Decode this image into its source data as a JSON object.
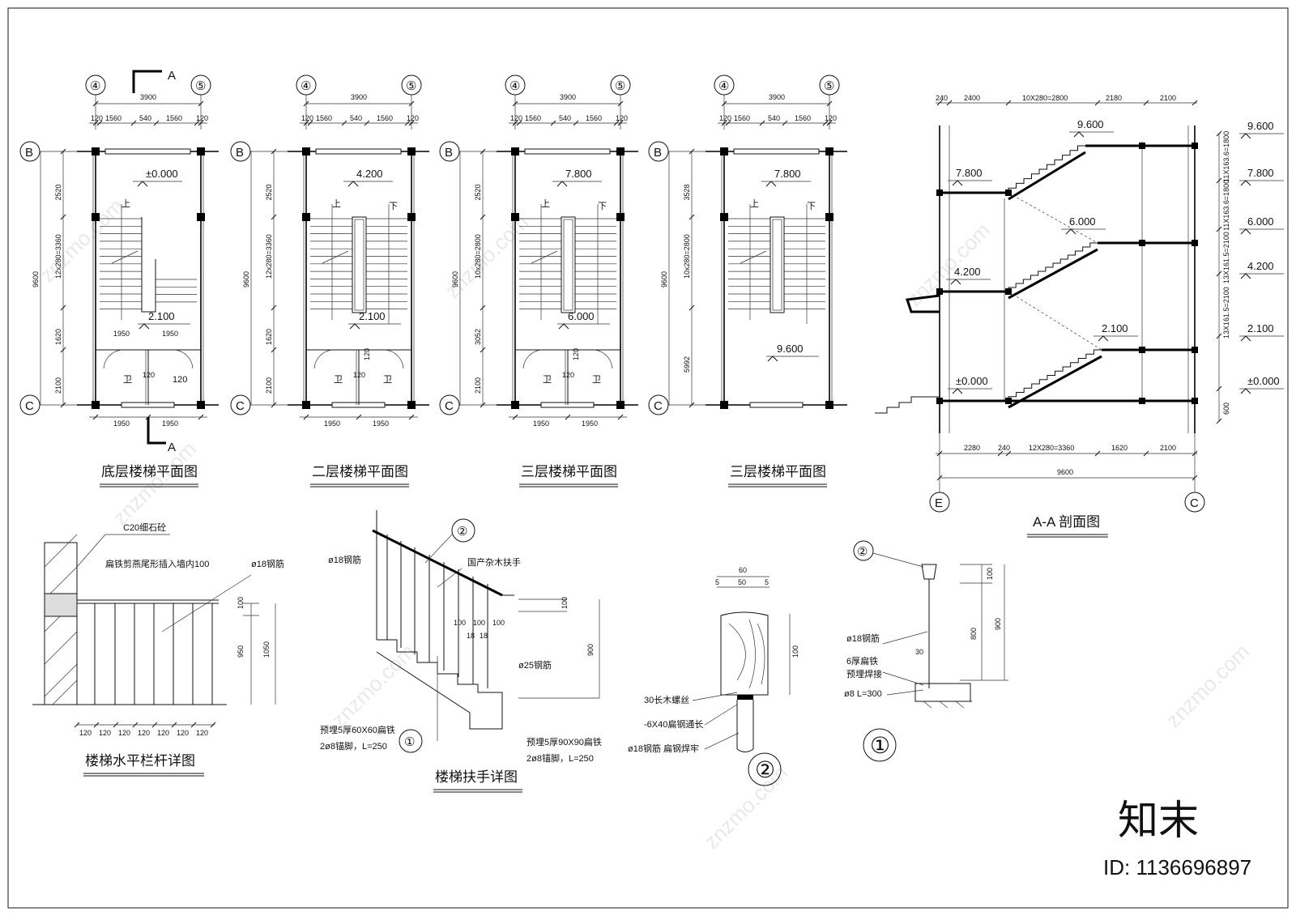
{
  "plans": [
    {
      "title": "底层楼梯平面图",
      "axes_top": [
        "④",
        "⑤"
      ],
      "axes_left": [
        "B",
        "C"
      ],
      "dims_top_total": "3900",
      "dims_top": [
        "120",
        "1560",
        "540",
        "1560",
        "120"
      ],
      "dims_left": [
        "2520",
        "12x280=3360",
        "1620",
        "2100"
      ],
      "dim_left_total": "9600",
      "dims_bottom": [
        "1950",
        "1950"
      ],
      "mid_dims": [
        "1950",
        "1950"
      ],
      "elevs": [
        "±0.000",
        "2.100"
      ],
      "labels": [
        "上",
        "卫",
        "卫",
        "120",
        "120"
      ],
      "section": "A"
    },
    {
      "title": "二层楼梯平面图",
      "axes_top": [
        "④",
        "⑤"
      ],
      "axes_left": [
        "B",
        "C"
      ],
      "dims_top_total": "3900",
      "dims_top": [
        "120",
        "1560",
        "540",
        "1560",
        "120"
      ],
      "dims_left": [
        "2520",
        "12x280=3360",
        "1620",
        "2100"
      ],
      "dim_left_total": "9600",
      "dims_bottom": [
        "1950",
        "1950"
      ],
      "elevs": [
        "4.200",
        "2.100"
      ],
      "labels": [
        "上",
        "下",
        "卫",
        "卫",
        "120",
        "120"
      ]
    },
    {
      "title": "三层楼梯平面图",
      "axes_top": [
        "④",
        "⑤"
      ],
      "axes_left": [
        "B",
        "C"
      ],
      "dims_top_total": "3900",
      "dims_top": [
        "120",
        "1560",
        "540",
        "1560",
        "120"
      ],
      "dims_left": [
        "2520",
        "10x280=2800",
        "3052",
        "2100"
      ],
      "dim_left_total": "9600",
      "dims_bottom": [
        "1950",
        "1950"
      ],
      "elevs": [
        "7.800",
        "6.000"
      ],
      "labels": [
        "上",
        "下",
        "卫",
        "卫",
        "120",
        "120"
      ]
    },
    {
      "title": "三层楼梯平面图",
      "axes_top": [
        "④",
        "⑤"
      ],
      "axes_left": [
        "B",
        "C"
      ],
      "dims_top_total": "3900",
      "dims_top": [
        "120",
        "1560",
        "540",
        "1560",
        "120"
      ],
      "dims_left": [
        "3528",
        "10x280=2800",
        "5992"
      ],
      "dim_left_total": "9600",
      "elevs": [
        "7.800",
        "9.600"
      ],
      "labels": [
        "上",
        "下"
      ]
    }
  ],
  "section": {
    "title": "A-A 剖面图",
    "dims_top": [
      "240",
      "2400",
      "10X280=2800",
      "2180",
      "2100"
    ],
    "dims_bottom": [
      "2280",
      "240",
      "12X280=3360",
      "1620",
      "2100"
    ],
    "dim_total": "9600",
    "axes": [
      "E",
      "C"
    ],
    "elevs_inside": [
      "9.600",
      "7.800",
      "6.000",
      "4.200",
      "2.100",
      "±0.000"
    ],
    "elevs_right": [
      "9.600",
      "7.800",
      "6.000",
      "4.200",
      "2.100",
      "±0.000"
    ],
    "dims_right": [
      "11X163.6=1800",
      "11X163.6=1800",
      "13X161.5=2100",
      "13X161.5=2100",
      "600"
    ]
  },
  "rail_detail": {
    "title": "楼梯水平栏杆详图",
    "labels": [
      "C20细石砼",
      "扁铁剪燕尾形插入墙内100",
      "ø18钢筋"
    ],
    "dims_right": [
      "100",
      "950",
      "1050"
    ],
    "dims_bottom": [
      "120",
      "120",
      "120",
      "120",
      "120",
      "120",
      "120"
    ]
  },
  "handrail_detail": {
    "title": "楼梯扶手详图",
    "labels": [
      "ø18钢筋",
      "国产杂木扶手",
      "ø25钢筋",
      "预埋5厚60X60扁铁",
      "2ø8锚脚，L=250",
      "预埋5厚90X90扁铁",
      "2ø8锚脚，L=250"
    ],
    "dims": [
      "100",
      "900",
      "100",
      "100",
      "100",
      "18",
      "18"
    ],
    "callouts": [
      "②",
      "①"
    ]
  },
  "detail2": {
    "dims": [
      "60",
      "5",
      "50",
      "5",
      "100"
    ],
    "labels": [
      "30长木螺丝",
      "-6X40扁钢通长",
      "ø18钢筋 扁钢焊牢"
    ],
    "num": "②"
  },
  "detail1": {
    "labels": [
      "ø18钢筋",
      "6厚扁铁",
      "预埋焊接",
      "ø8 L=300"
    ],
    "dims": [
      "100",
      "800",
      "900",
      "30"
    ],
    "callout": "②",
    "num": "①"
  },
  "brand": {
    "logo": "知末",
    "id_text": "ID: 1136696897",
    "watermark": "znzmo.com"
  }
}
